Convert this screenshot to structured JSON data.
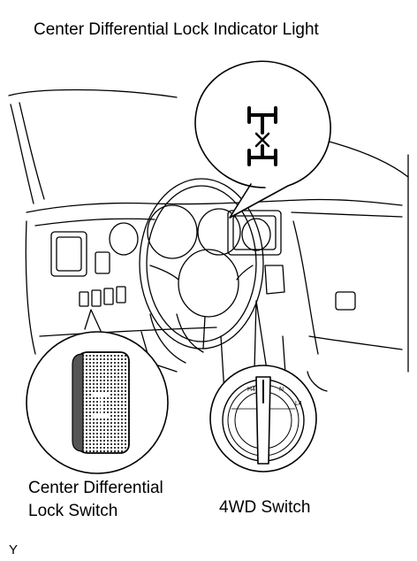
{
  "title": "Center Differential Lock Indicator Light",
  "labels": {
    "center_diff_switch_line1": "Center Differential",
    "center_diff_switch_line2": "Lock Switch",
    "fourwd_switch": "4WD Switch"
  },
  "dial_markings": [
    "H4",
    "N",
    "L4"
  ],
  "figure_code": "Y",
  "colors": {
    "ink": "#000000",
    "background": "#ffffff"
  }
}
